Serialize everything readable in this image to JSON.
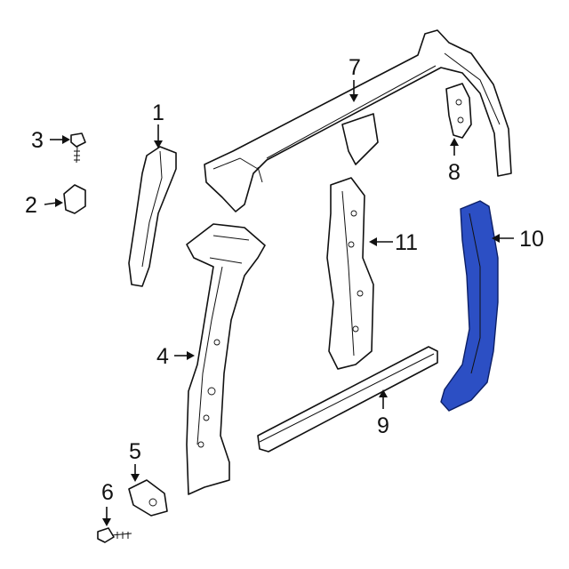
{
  "diagram": {
    "highlight_color": "#2c4fc4",
    "callouts": [
      {
        "id": "1",
        "label": "1"
      },
      {
        "id": "2",
        "label": "2"
      },
      {
        "id": "3",
        "label": "3"
      },
      {
        "id": "4",
        "label": "4"
      },
      {
        "id": "5",
        "label": "5"
      },
      {
        "id": "6",
        "label": "6"
      },
      {
        "id": "7",
        "label": "7"
      },
      {
        "id": "8",
        "label": "8"
      },
      {
        "id": "9",
        "label": "9"
      },
      {
        "id": "10",
        "label": "10"
      },
      {
        "id": "11",
        "label": "11"
      }
    ]
  }
}
